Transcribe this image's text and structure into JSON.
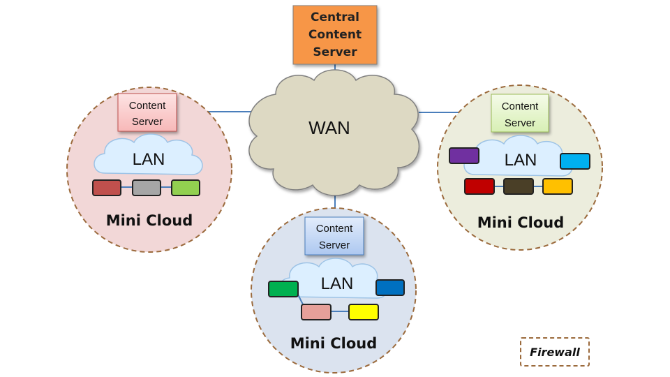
{
  "central": {
    "line1": "Central",
    "line2": "Content",
    "line3": "Server",
    "fill": "#f79646"
  },
  "wan": {
    "label": "WAN"
  },
  "clusters": [
    {
      "server_line1": "Content",
      "server_line2": "Server",
      "lan_label": "LAN",
      "title": "Mini Cloud",
      "circle_fill": "#f2d7d7",
      "server_fill": "#fbd3d3"
    },
    {
      "server_line1": "Content",
      "server_line2": "Server",
      "lan_label": "LAN",
      "title": "Mini Cloud",
      "circle_fill": "#dbe3ef",
      "server_fill": "#c9daf6"
    },
    {
      "server_line1": "Content",
      "server_line2": "Server",
      "lan_label": "LAN",
      "title": "Mini Cloud",
      "circle_fill": "#eceddd",
      "server_fill": "#eaf6d6"
    }
  ],
  "legend": {
    "firewall": "Firewall"
  },
  "colors": {
    "connector": "#4a7ebb",
    "dashed_border": "#9b6a3c",
    "wan_cloud": "#ddd9c3",
    "lan_cloud": "#dcefff"
  }
}
